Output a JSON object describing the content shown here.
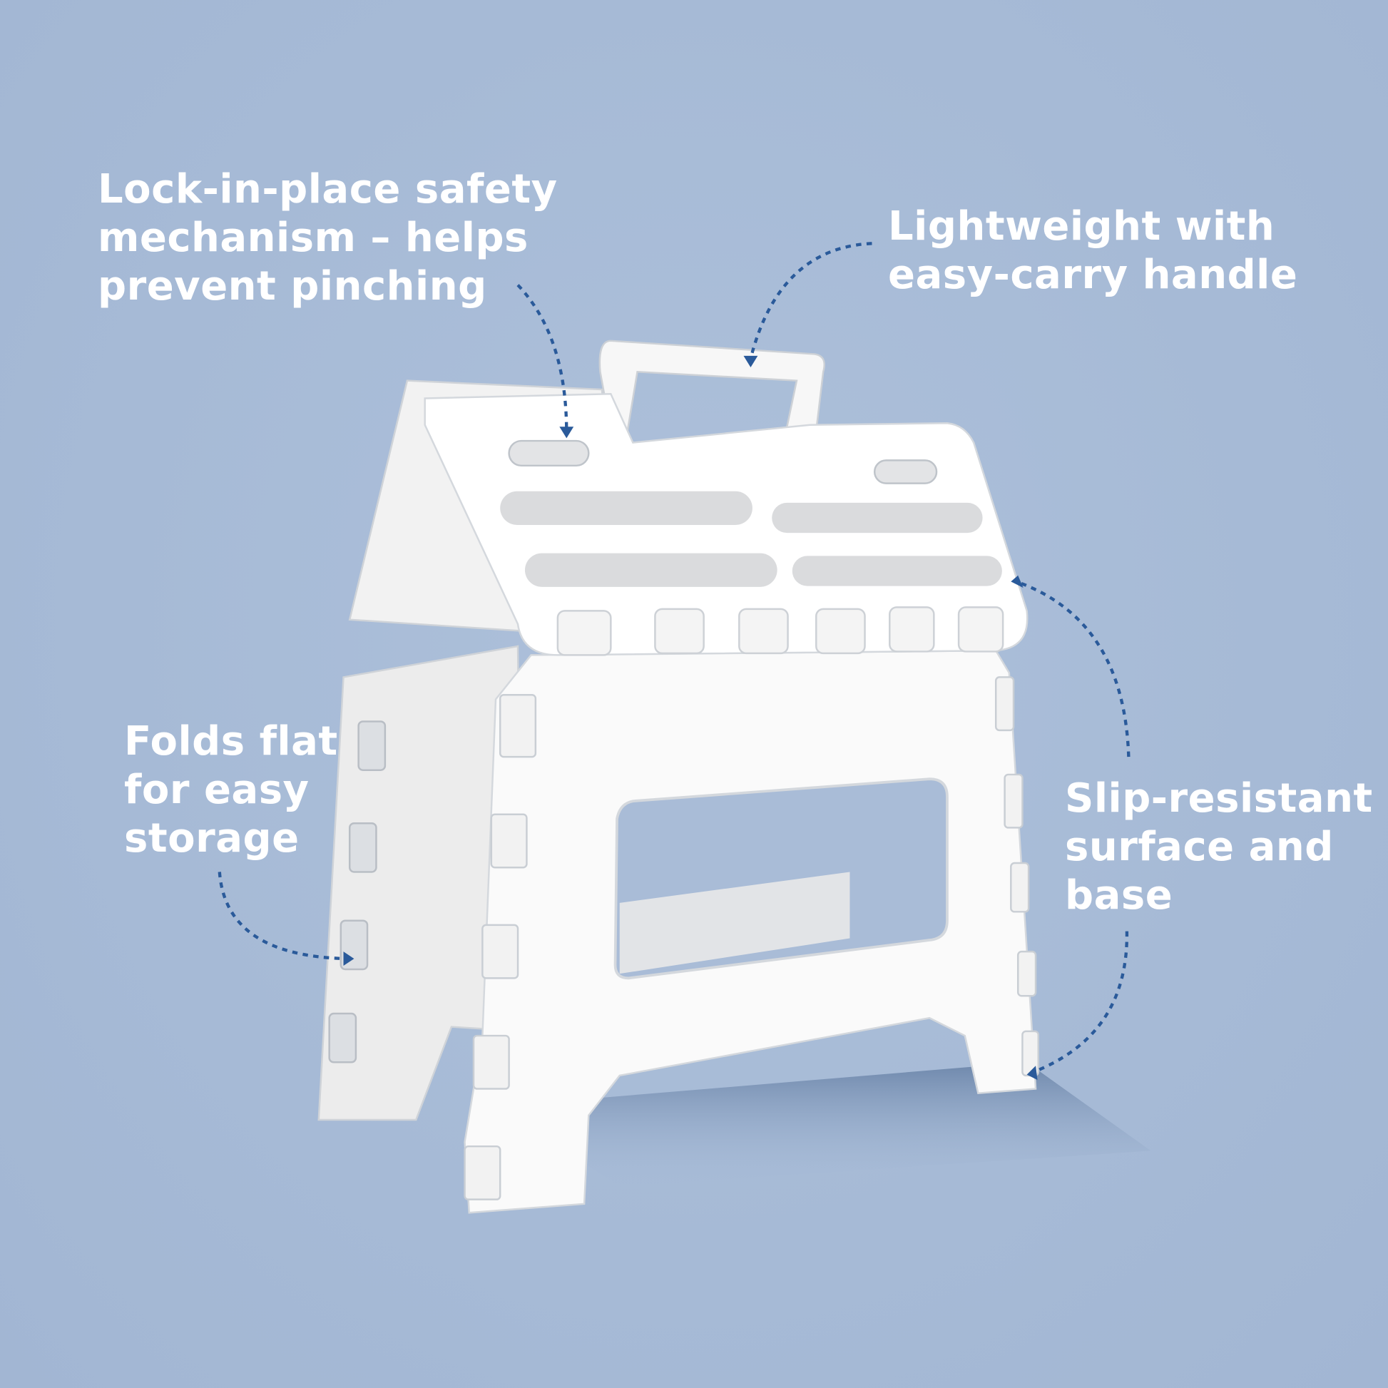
{
  "callouts": {
    "lock": {
      "lines": [
        "Lock-in-place safety",
        "mechanism – helps",
        "prevent pinching"
      ]
    },
    "handle": {
      "lines": [
        "Lightweight with",
        "easy-carry handle"
      ]
    },
    "folds": {
      "lines": [
        "Folds flat",
        "for easy",
        "storage"
      ]
    },
    "slip": {
      "lines": [
        "Slip-resistant",
        "surface and",
        "base"
      ]
    }
  },
  "colors": {
    "background": "#a6bad6",
    "text": "#ffffff",
    "arrow": "#2a5a9a",
    "stool": "#ffffff",
    "grip": "#d9dadc"
  }
}
